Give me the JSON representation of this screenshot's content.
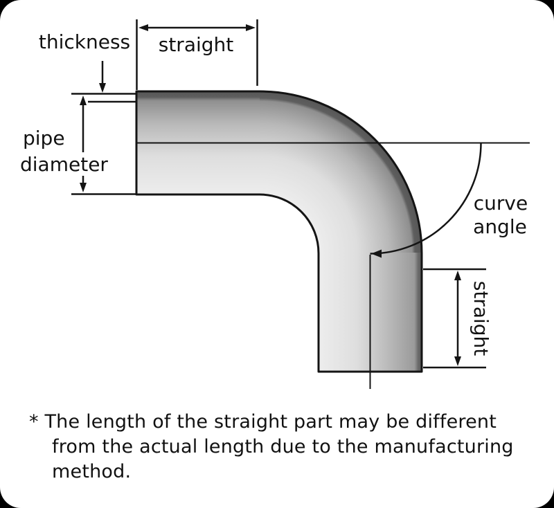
{
  "diagram": {
    "labels": {
      "thickness": "thickness",
      "straight_top": "straight",
      "pipe_diameter_line1": "pipe",
      "pipe_diameter_line2": "diameter",
      "curve_angle_line1": "curve",
      "curve_angle_line2": "angle",
      "straight_right": "straight"
    },
    "colors": {
      "outline": "#141414",
      "pipe_light": "#ededed",
      "pipe_mid": "#b8b8b8",
      "pipe_dark": "#565656",
      "background": "#ffffff",
      "frame": "#000000"
    }
  },
  "footnote": {
    "lines": [
      "* The length of the straight part may be different",
      "from the actual length due to the manufacturing",
      "method."
    ]
  }
}
